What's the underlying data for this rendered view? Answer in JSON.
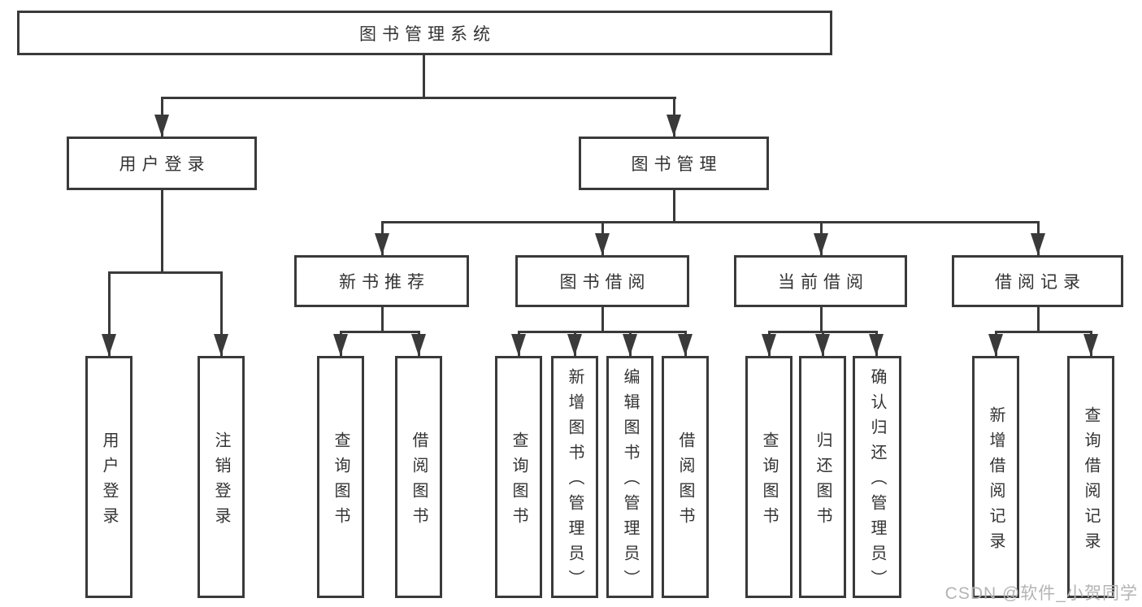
{
  "diagram": {
    "type": "hierarchy-tree",
    "orientation": "top-down"
  },
  "colors": {
    "background": "#ffffff",
    "line": "#3a3a3a",
    "box_border": "#3a3a3a",
    "text": "#333333",
    "watermark": "#b4b4b4"
  },
  "tree": {
    "label": "图书管理系统",
    "children": [
      {
        "label": "用户登录",
        "children": [
          {
            "label": "用户登录"
          },
          {
            "label": "注销登录"
          }
        ]
      },
      {
        "label": "图书管理",
        "children": [
          {
            "label": "新书推荐",
            "children": [
              {
                "label": "查询图书"
              },
              {
                "label": "借阅图书"
              }
            ]
          },
          {
            "label": "图书借阅",
            "children": [
              {
                "label": "查询图书"
              },
              {
                "label": "新增图书（管理员）"
              },
              {
                "label": "编辑图书（管理员）"
              },
              {
                "label": "借阅图书"
              }
            ]
          },
          {
            "label": "当前借阅",
            "children": [
              {
                "label": "查询图书"
              },
              {
                "label": "归还图书"
              },
              {
                "label": "确认归还（管理员）"
              }
            ]
          },
          {
            "label": "借阅记录",
            "children": [
              {
                "label": "新增借阅记录"
              },
              {
                "label": "查询借阅记录"
              }
            ]
          }
        ]
      }
    ]
  },
  "watermark": {
    "text": "CSDN @软件_小贺同学"
  }
}
